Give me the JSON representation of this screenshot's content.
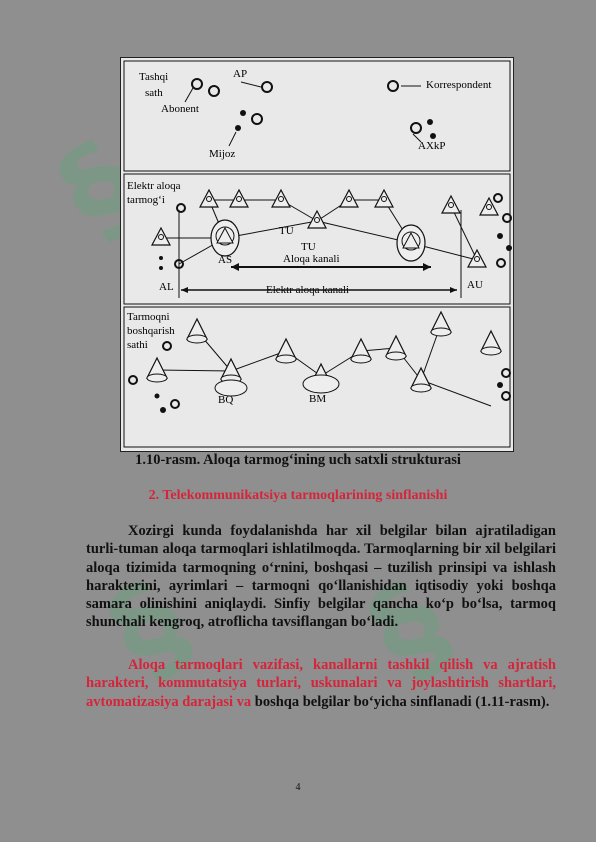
{
  "watermark": {
    "color": "#3fb66f"
  },
  "figure": {
    "layer1": {
      "tashqi_sath": [
        "Tashqi",
        "sath"
      ],
      "ap": "AP",
      "abonent": "Abonent",
      "mijoz": "Mijoz",
      "korrespondent": "Korrespondent",
      "axkp": "AXkP"
    },
    "layer2": {
      "title": [
        "Elektr aloqa",
        "tarmog‘i"
      ],
      "tu1": "TU",
      "tu2": "TU",
      "as": "AS",
      "aloqa_kanali": "Aloqa kanali",
      "al": "AL",
      "elektr_aloqa_kanali": "Elektr aloqa kanali",
      "au": "AU"
    },
    "layer3": {
      "title": [
        "Tarmoqni",
        "boshqarish",
        "sathi"
      ],
      "bq": "BQ",
      "bm": "BM"
    }
  },
  "caption": "1.10-rasm. Aloqa tarmog‘ining uch satxli strukturasi",
  "section_heading": "2. Telekommunikatsiya tarmoqlarining sinflanishi",
  "paragraph1": "Xozirgi kunda foydalanishda har xil belgilar bilan ajratiladigan turli-tuman aloqa tarmoqlari ishlatilmoqda. Tarmoqlarning bir xil belgilari aloqa tizimida tarmoqning o‘rnini, boshqasi – tuzilish prinsipi va ishlash harakterini, ayrimlari – tarmoqni qo‘llanishidan iqtisodiy yoki boshqa samara olinishini aniqlaydi. Sinfiy belgilar qancha ko‘p bo‘lsa, tarmoq shunchali kengroq, atroflicha tavsiflangan bo‘ladi.",
  "paragraph2": {
    "highlight": "Aloqa tarmoqlari vazifasi, kanallarni tashkil qilish va ajratish harakteri, kommutatsiya turlari, uskunalari va joylashtirish shartlari, avtomatizasiya darajasi va",
    "rest": " boshqa belgilar bo‘yicha sinflanadi (1.11-rasm)."
  },
  "page_number": "4"
}
